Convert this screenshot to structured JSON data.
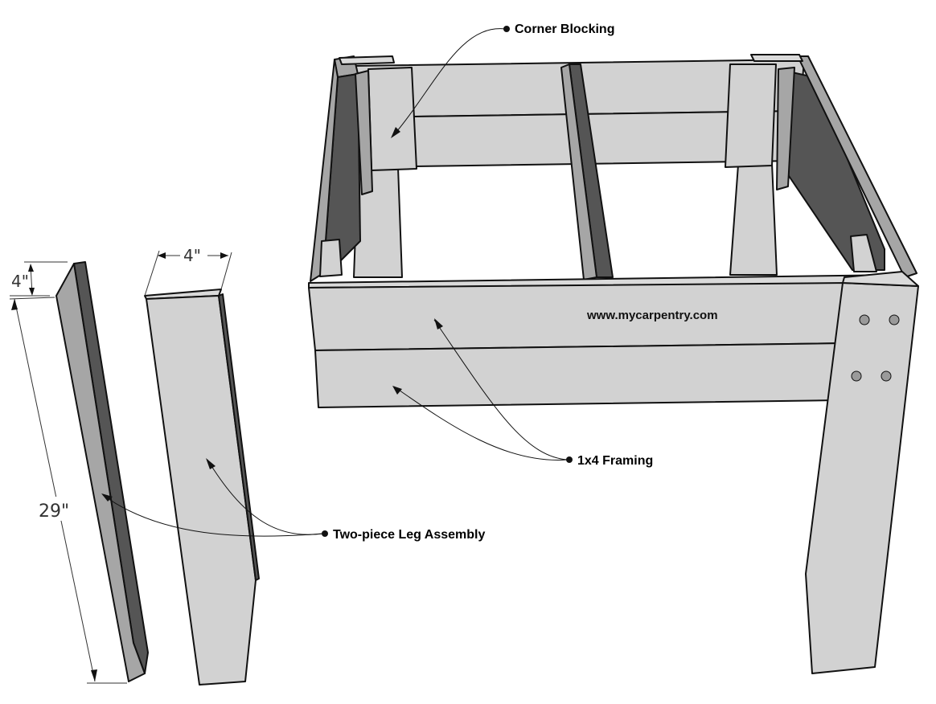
{
  "labels": {
    "corner_blocking": "Corner Blocking",
    "framing": "1x4 Framing",
    "leg_assembly": "Two-piece Leg Assembly",
    "website": "www.mycarpentry.com"
  },
  "dimensions": {
    "leg_length": "29\"",
    "leg_thickness_width": "4\"",
    "leg_face_width": "4\""
  }
}
